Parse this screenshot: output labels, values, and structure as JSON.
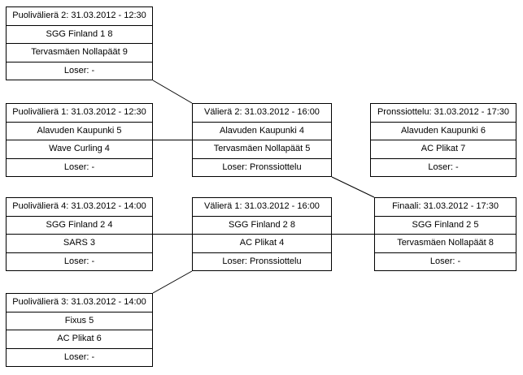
{
  "colors": {
    "border": "#000000",
    "background": "#ffffff",
    "text": "#000000"
  },
  "matches": [
    {
      "header": "Puolivälierä 2: 31.03.2012 - 12:30",
      "team1": "SGG Finland 1 8",
      "team2": "Tervasmäen Nollapäät 9",
      "loser": "Loser: -"
    },
    {
      "header": "Puolivälierä 1: 31.03.2012 - 12:30",
      "team1": "Alavuden Kaupunki 5",
      "team2": "Wave Curling 4",
      "loser": "Loser: -"
    },
    {
      "header": "Välierä 2: 31.03.2012 - 16:00",
      "team1": "Alavuden Kaupunki 4",
      "team2": "Tervasmäen Nollapäät 5",
      "loser": "Loser: Pronssiottelu"
    },
    {
      "header": "Pronssiottelu: 31.03.2012 - 17:30",
      "team1": "Alavuden Kaupunki 6",
      "team2": "AC Plikat 7",
      "loser": "Loser: -"
    },
    {
      "header": "Puolivälierä 4: 31.03.2012 - 14:00",
      "team1": "SGG Finland 2 4",
      "team2": "SARS 3",
      "loser": "Loser: -"
    },
    {
      "header": "Välierä 1: 31.03.2012 - 16:00",
      "team1": "SGG Finland 2 8",
      "team2": "AC Plikat 4",
      "loser": "Loser: Pronssiottelu"
    },
    {
      "header": "Finaali: 31.03.2012 - 17:30",
      "team1": "SGG Finland 2 5",
      "team2": "Tervasmäen Nollapäät 8",
      "loser": "Loser: -"
    },
    {
      "header": "Puolivälierä 3: 31.03.2012 - 14:00",
      "team1": "Fixus 5",
      "team2": "AC Plikat 6",
      "loser": "Loser: -"
    }
  ]
}
